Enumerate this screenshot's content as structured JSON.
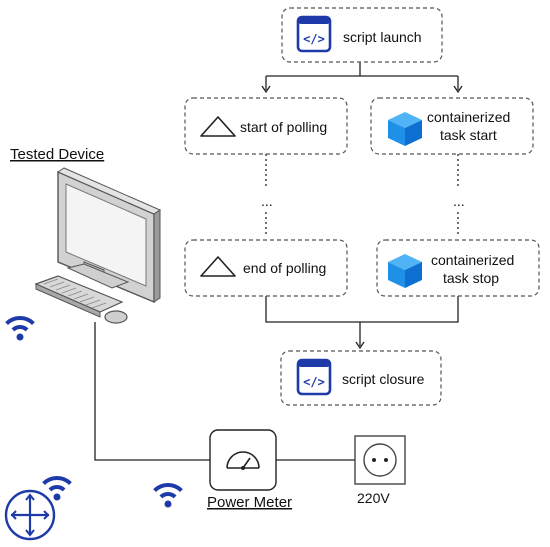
{
  "colors": {
    "icon_blue": "#1e3aa8",
    "cube_blue": "#1e90e8",
    "monitor_gray": "#c9c9c9",
    "line": "#222222"
  },
  "nodes": {
    "script_launch": "script launch",
    "start_polling": "start of polling",
    "task_start": [
      "containerized",
      "task start"
    ],
    "end_polling": "end of polling",
    "task_stop": [
      "containerized",
      "task stop"
    ],
    "script_closure": "script closure",
    "ellipsis_left": "...",
    "ellipsis_right": "..."
  },
  "devices": {
    "tested_device": "Tested Device",
    "power_meter": "Power Meter",
    "outlet": "220V"
  },
  "icons": {
    "code": "code-icon",
    "triangle": "triangle-icon",
    "cube": "cube-icon",
    "wifi": "wifi-icon",
    "router": "router-icon",
    "gauge": "gauge-icon",
    "outlet": "power-outlet-icon",
    "computer": "computer-icon"
  }
}
